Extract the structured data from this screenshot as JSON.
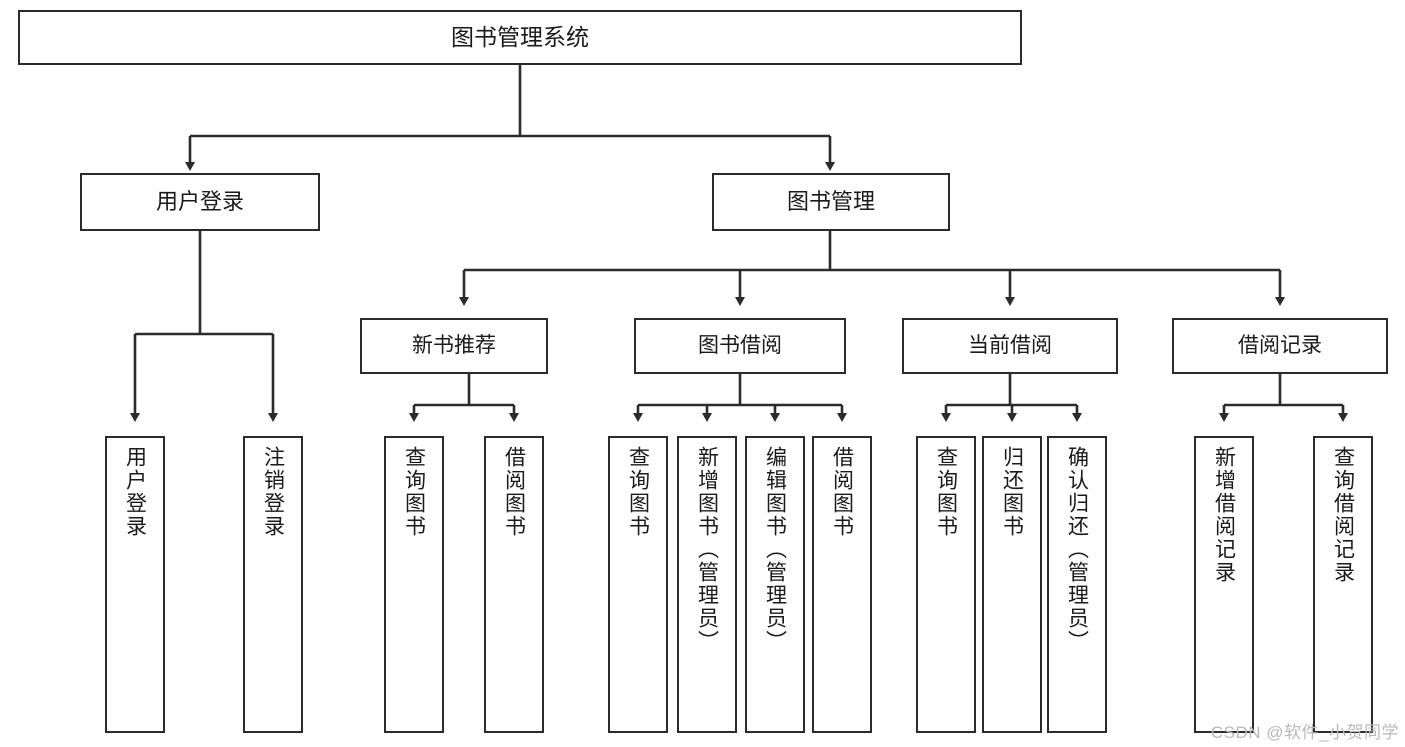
{
  "diagram": {
    "title": "图书管理系统",
    "type": "hierarchy-tree",
    "watermark": "CSDN @软件_小贺同学",
    "colors": {
      "box_border": "#2b2b2b",
      "box_fill": "#ffffff",
      "edge": "#2b2b2b",
      "text": "#1a1a1a",
      "watermark": "#b9b9b9"
    },
    "nodes": {
      "root": {
        "label": "图书管理系统"
      },
      "level1": [
        {
          "label": "用户登录"
        },
        {
          "label": "图书管理"
        }
      ],
      "level2": [
        {
          "label": "新书推荐"
        },
        {
          "label": "图书借阅"
        },
        {
          "label": "当前借阅"
        },
        {
          "label": "借阅记录"
        }
      ],
      "leaves": [
        {
          "label": "用户登录"
        },
        {
          "label": "注销登录"
        },
        {
          "label": "查询图书"
        },
        {
          "label": "借阅图书"
        },
        {
          "label": "查询图书"
        },
        {
          "label": "新增图书（管理员）"
        },
        {
          "label": "编辑图书（管理员）"
        },
        {
          "label": "借阅图书"
        },
        {
          "label": "查询图书"
        },
        {
          "label": "归还图书"
        },
        {
          "label": "确认归还（管理员）"
        },
        {
          "label": "新增借阅记录"
        },
        {
          "label": "查询借阅记录"
        }
      ]
    },
    "edges": [
      {
        "from": "图书管理系统",
        "to": "用户登录"
      },
      {
        "from": "图书管理系统",
        "to": "图书管理"
      },
      {
        "from": "图书管理",
        "to": "新书推荐"
      },
      {
        "from": "图书管理",
        "to": "图书借阅"
      },
      {
        "from": "图书管理",
        "to": "当前借阅"
      },
      {
        "from": "图书管理",
        "to": "借阅记录"
      },
      {
        "from": "用户登录",
        "to": "用户登录"
      },
      {
        "from": "用户登录",
        "to": "注销登录"
      },
      {
        "from": "新书推荐",
        "to": "查询图书"
      },
      {
        "from": "新书推荐",
        "to": "借阅图书"
      },
      {
        "from": "图书借阅",
        "to": "查询图书"
      },
      {
        "from": "图书借阅",
        "to": "新增图书（管理员）"
      },
      {
        "from": "图书借阅",
        "to": "编辑图书（管理员）"
      },
      {
        "from": "图书借阅",
        "to": "借阅图书"
      },
      {
        "from": "当前借阅",
        "to": "查询图书"
      },
      {
        "from": "当前借阅",
        "to": "归还图书"
      },
      {
        "from": "当前借阅",
        "to": "确认归还（管理员）"
      },
      {
        "from": "借阅记录",
        "to": "新增借阅记录"
      },
      {
        "from": "借阅记录",
        "to": "查询借阅记录"
      }
    ]
  }
}
